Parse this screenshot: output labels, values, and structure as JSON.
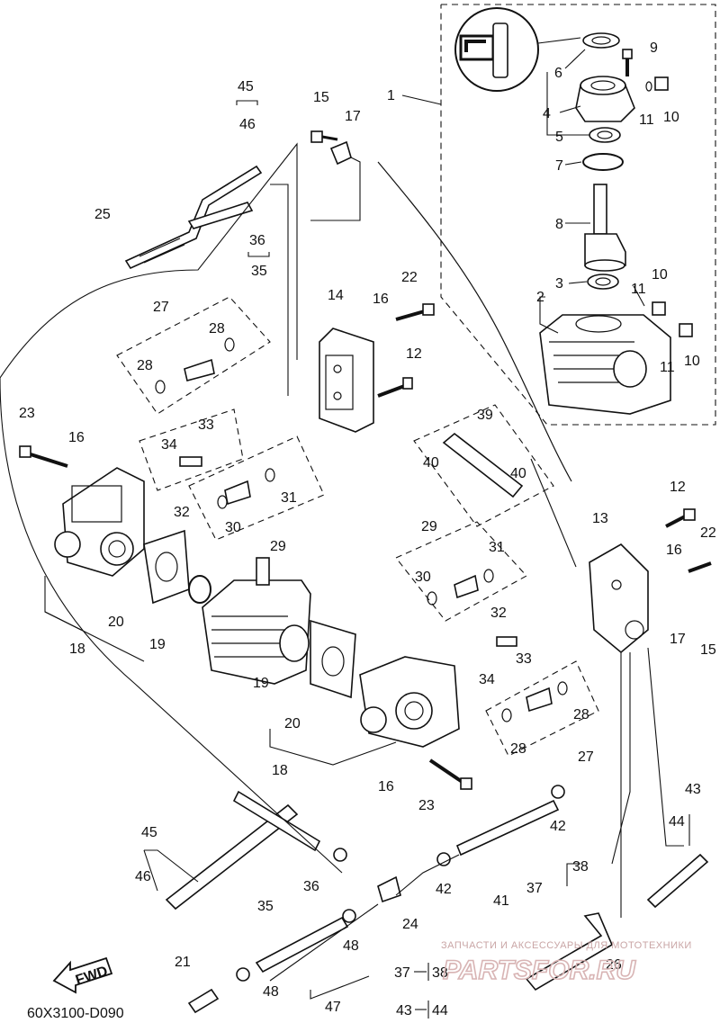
{
  "callouts": {
    "c1": "1",
    "c2": "2",
    "c3": "3",
    "c4": "4",
    "c5": "5",
    "c6": "6",
    "c7": "7",
    "c8": "8",
    "c9": "9",
    "c10a": "10",
    "c10b": "10",
    "c10c": "10",
    "c11a": "11",
    "c11b": "11",
    "c11c": "11",
    "c12a": "12",
    "c12b": "12",
    "c13": "13",
    "c14": "14",
    "c15a": "15",
    "c15b": "15",
    "c16a": "16",
    "c16b": "16",
    "c16c": "16",
    "c16d": "16",
    "c17a": "17",
    "c17b": "17",
    "c18a": "18",
    "c18b": "18",
    "c19a": "19",
    "c19b": "19",
    "c20a": "20",
    "c20b": "20",
    "c21": "21",
    "c22a": "22",
    "c22b": "22",
    "c23a": "23",
    "c23b": "23",
    "c24": "24",
    "c25": "25",
    "c26": "26",
    "c27a": "27",
    "c27b": "27",
    "c28a": "28",
    "c28b": "28",
    "c28c": "28",
    "c28d": "28",
    "c29a": "29",
    "c29b": "29",
    "c30a": "30",
    "c30b": "30",
    "c31a": "31",
    "c31b": "31",
    "c32a": "32",
    "c32b": "32",
    "c33a": "33",
    "c33b": "33",
    "c34a": "34",
    "c34b": "34",
    "c35a": "35",
    "c35b": "35",
    "c36a": "36",
    "c36b": "36",
    "c37": "37",
    "c38a": "38",
    "c38b": "38",
    "c39": "39",
    "c40a": "40",
    "c40b": "40",
    "c41": "41",
    "c42a": "42",
    "c42b": "42",
    "c43a": "43",
    "c43b": "43",
    "c44a": "44",
    "c44b": "44",
    "c45a": "45",
    "c45b": "45",
    "c46a": "46",
    "c46b": "46",
    "c47": "47",
    "c48a": "48",
    "c48b": "48"
  },
  "fwd_label": "FWD",
  "diagram_code": "60X3100-D090",
  "watermark": {
    "tagline": "ЗАПЧАСТИ И АКСЕССУАРЫ ДЛЯ МОТОТЕХНИКИ",
    "logo": "PARTSFOR.RU"
  },
  "colors": {
    "ink": "#111111",
    "watermark": "#c9a5a5",
    "background": "#ffffff"
  }
}
